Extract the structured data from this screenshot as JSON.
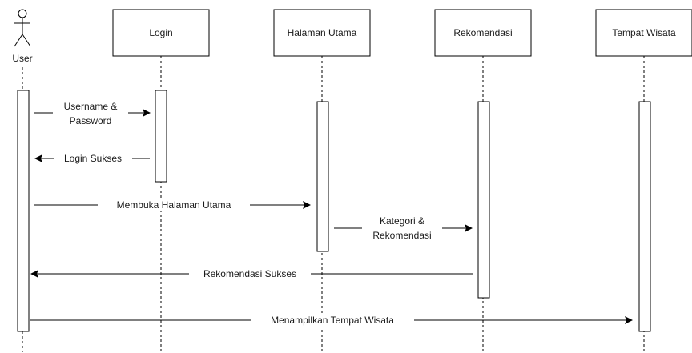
{
  "actors": [
    {
      "label": "User"
    },
    {
      "label": "Login"
    },
    {
      "label": "Halaman Utama"
    },
    {
      "label": "Rekomendasi"
    },
    {
      "label": "Tempat Wisata"
    }
  ],
  "messages": [
    {
      "lines": [
        "Username &",
        "Password"
      ]
    },
    {
      "lines": [
        "Login Sukses"
      ]
    },
    {
      "lines": [
        "Membuka Halaman Utama"
      ]
    },
    {
      "lines": [
        "Kategori &",
        "Rekomendasi"
      ]
    },
    {
      "lines": [
        "Rekomendasi Sukses"
      ]
    },
    {
      "lines": [
        "Menampilkan Tempat Wisata"
      ]
    }
  ]
}
